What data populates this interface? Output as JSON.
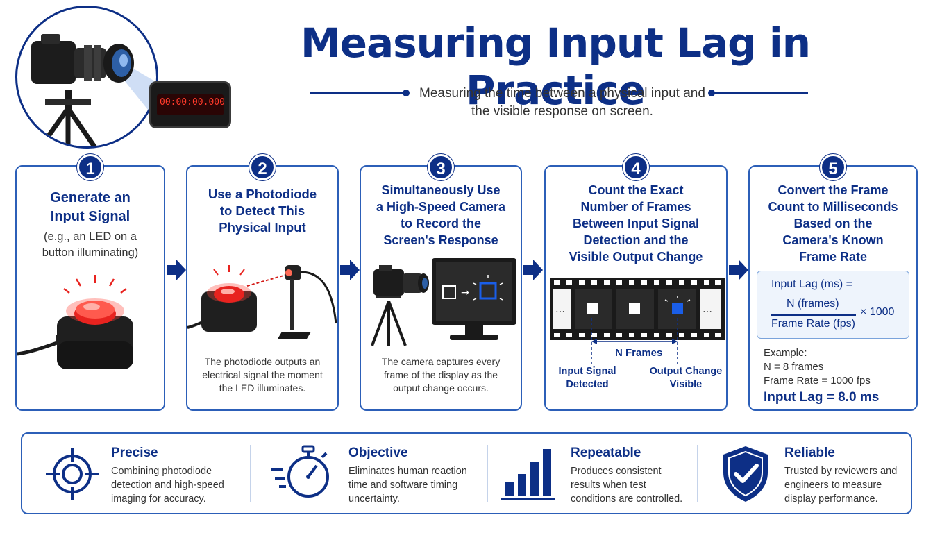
{
  "title": "Measuring Input Lag in Practice",
  "subtitle_lines": [
    "Measuring the time between a physical input and",
    "the visible response on screen."
  ],
  "hero": {
    "timer_display": "00:00:00.000"
  },
  "steps": [
    {
      "number": "1",
      "title_lines": [
        "Generate an",
        "Input Signal"
      ],
      "note_lines": [
        "(e.g., an LED on a",
        "button illuminating)"
      ]
    },
    {
      "number": "2",
      "title_lines": [
        "Use a Photodiode",
        "to Detect This",
        "Physical Input"
      ],
      "desc_lines": [
        "The photodiode outputs an",
        "electrical signal the moment",
        "the LED illuminates."
      ]
    },
    {
      "number": "3",
      "title_lines": [
        "Simultaneously Use",
        "a High-Speed Camera",
        "to Record the",
        "Screen's Response"
      ],
      "desc_lines": [
        "The camera captures every",
        "frame of the display as the",
        "output change occurs."
      ]
    },
    {
      "number": "4",
      "title_lines": [
        "Count the Exact",
        "Number of Frames",
        "Between Input Signal",
        "Detection and the",
        "Visible Output Change"
      ],
      "frames_label": "N Frames",
      "input_label_lines": [
        "Input Signal",
        "Detected"
      ],
      "output_label_lines": [
        "Output Change",
        "Visible"
      ]
    },
    {
      "number": "5",
      "title_lines": [
        "Convert the Frame",
        "Count to Milliseconds",
        "Based on the",
        "Camera's Known",
        "Frame Rate"
      ],
      "formula": {
        "label": "Input Lag (ms) =",
        "numerator": "N (frames)",
        "denominator": "Frame Rate (fps)",
        "multiplier": "× 1000"
      },
      "example": {
        "heading": "Example:",
        "n_line": "N = 8 frames",
        "rate_line": "Frame Rate = 1000 fps",
        "result": "Input Lag = 8.0 ms"
      }
    }
  ],
  "features": [
    {
      "title": "Precise",
      "desc_lines": [
        "Combining photodiode",
        "detection and high-speed",
        "imaging for accuracy."
      ],
      "icon": "target-icon"
    },
    {
      "title": "Objective",
      "desc_lines": [
        "Eliminates human reaction",
        "time and software timing",
        "uncertainty."
      ],
      "icon": "stopwatch-icon"
    },
    {
      "title": "Repeatable",
      "desc_lines": [
        "Produces consistent",
        "results when test",
        "conditions are controlled."
      ],
      "icon": "bar-chart-icon"
    },
    {
      "title": "Reliable",
      "desc_lines": [
        "Trusted by reviewers and",
        "engineers to measure",
        "display performance."
      ],
      "icon": "shield-check-icon"
    }
  ],
  "colors": {
    "primary": "#0d2f86",
    "border": "#2c5fb8",
    "led_red": "#e8231f",
    "highlight_blue": "#1a5ee8"
  }
}
